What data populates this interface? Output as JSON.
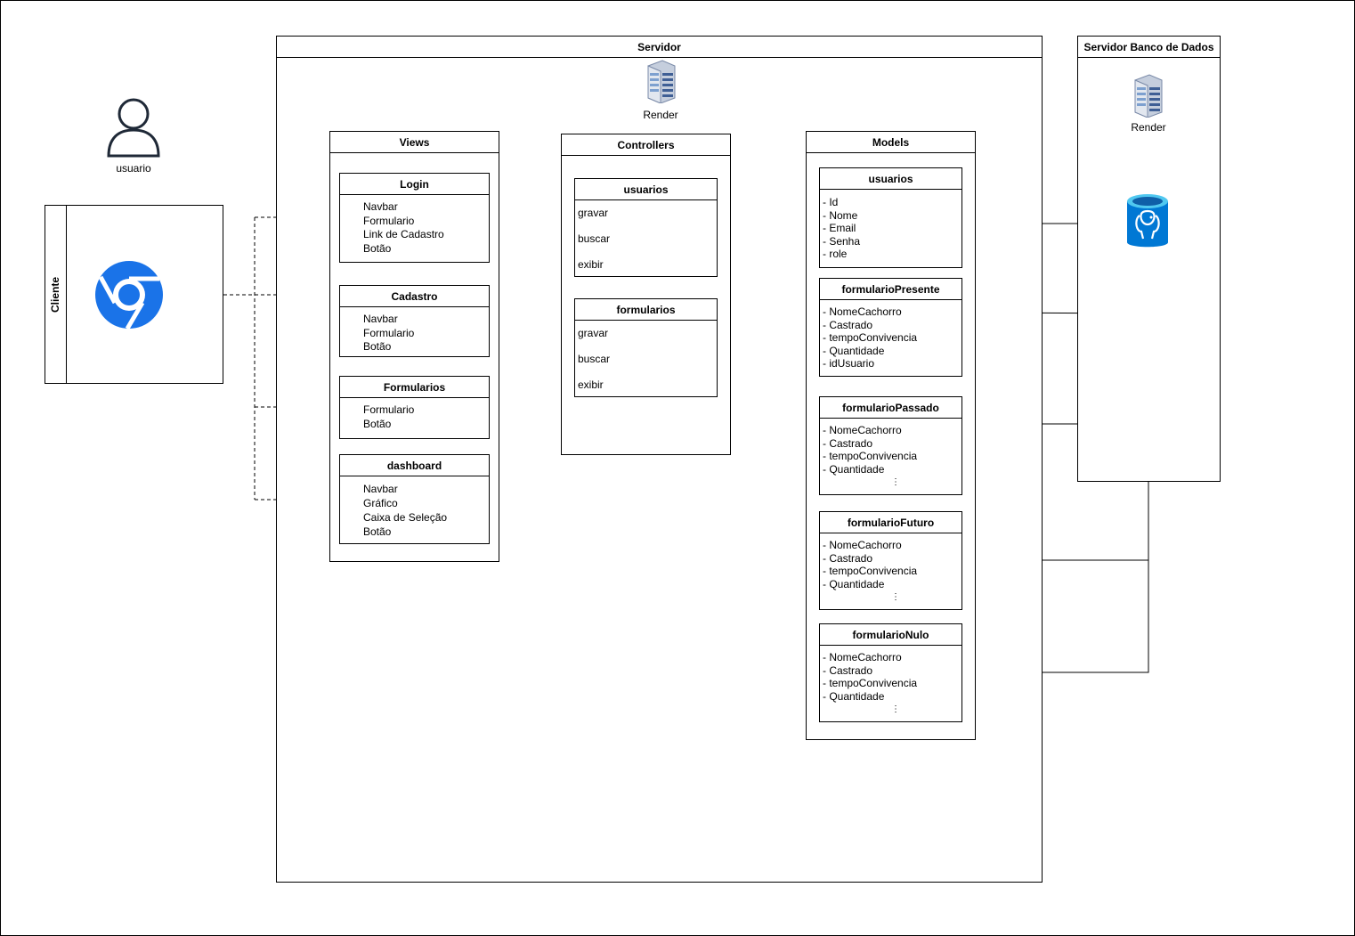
{
  "user": {
    "label": "usuario",
    "icon": "user-icon"
  },
  "client": {
    "title": "Cliente",
    "icon": "chrome-icon"
  },
  "server": {
    "title": "Servidor",
    "host_label": "Render",
    "views": {
      "title": "Views",
      "items": [
        {
          "name": "Login",
          "lines": [
            "Navbar",
            "Formulario",
            "Link de Cadastro",
            "Botão"
          ]
        },
        {
          "name": "Cadastro",
          "lines": [
            "Navbar",
            "Formulario",
            "Botão"
          ]
        },
        {
          "name": "Formularios",
          "lines": [
            "Formulario",
            "Botão"
          ]
        },
        {
          "name": "dashboard",
          "lines": [
            "Navbar",
            "Gráfico",
            "Caixa de Seleção",
            "Botão"
          ]
        }
      ]
    },
    "controllers": {
      "title": "Controllers",
      "items": [
        {
          "name": "usuarios",
          "ops": [
            "gravar",
            "buscar",
            "exibir"
          ]
        },
        {
          "name": "formularios",
          "ops": [
            "gravar",
            "buscar",
            "exibir"
          ]
        }
      ]
    },
    "models": {
      "title": "Models",
      "items": [
        {
          "name": "usuarios",
          "fields": [
            "- Id",
            "- Nome",
            "- Email",
            "- Senha",
            "- role"
          ]
        },
        {
          "name": "formularioPresente",
          "fields": [
            "- NomeCachorro",
            "- Castrado",
            "- tempoConvivencia",
            "- Quantidade",
            "- idUsuario"
          ]
        },
        {
          "name": "formularioPassado",
          "fields": [
            "- NomeCachorro",
            "- Castrado",
            "- tempoConvivencia",
            "- Quantidade"
          ]
        },
        {
          "name": "formularioFuturo",
          "fields": [
            "- NomeCachorro",
            "- Castrado",
            "- tempoConvivencia",
            "- Quantidade"
          ]
        },
        {
          "name": "formularioNulo",
          "fields": [
            "- NomeCachorro",
            "- Castrado",
            "- tempoConvivencia",
            "- Quantidade"
          ]
        }
      ],
      "ellipsis": "⋮"
    }
  },
  "db_server": {
    "title": "Servidor Banco de Dados",
    "host_label": "Render",
    "db_icon": "postgresql-database-icon"
  },
  "colors": {
    "chrome": "#1a73e8",
    "db": "#0078d4",
    "server_icon": "#7a8aa8",
    "user_icon": "#1f2937"
  }
}
